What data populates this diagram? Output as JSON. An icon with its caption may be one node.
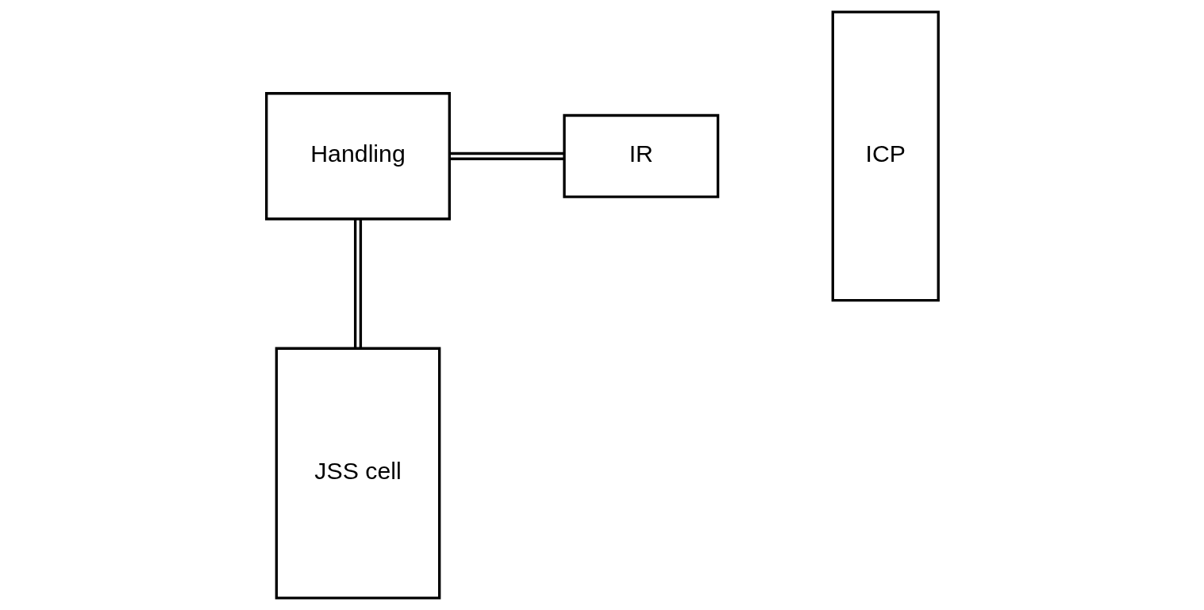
{
  "diagram": {
    "nodes": [
      {
        "text": [
          "Handling"
        ]
      },
      {
        "text": [
          "IR"
        ]
      },
      {
        "text": [
          "JSS cell"
        ]
      },
      {
        "text": [
          "ICP"
        ]
      }
    ],
    "edges": [
      {
        "from": 0,
        "to": 1,
        "arrow": "none"
      },
      {
        "from": 0,
        "to": 2,
        "arrow": "none"
      }
    ]
  }
}
